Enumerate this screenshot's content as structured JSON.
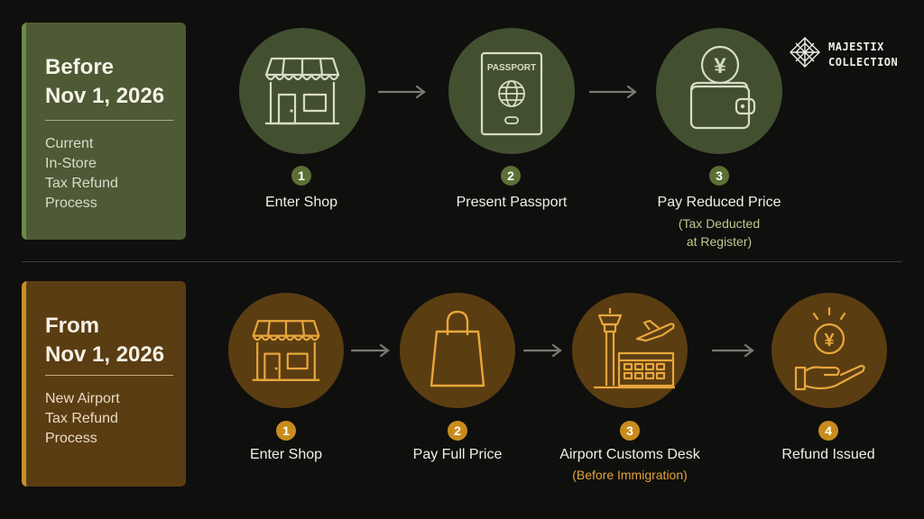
{
  "brand": {
    "line1": "MAJESTIX",
    "line2": "COLLECTION"
  },
  "colors": {
    "background": "#0f0f0e",
    "green_panel": "#4d5a35",
    "green_accent": "#6d8a45",
    "green_note": "#bdc98e",
    "orange_panel": "#5b3d13",
    "orange_accent": "#c88c1c",
    "orange_note": "#e2a43a"
  },
  "before": {
    "title_line1": "Before",
    "title_line2": "Nov 1, 2026",
    "sub1": "Current",
    "sub2": "In-Store",
    "sub3": "Tax Refund",
    "sub4": "Process",
    "steps": [
      {
        "num": "1",
        "label": "Enter Shop",
        "icon": "shop-icon"
      },
      {
        "num": "2",
        "label": "Present Passport",
        "icon": "passport-icon",
        "icon_text": "PASSPORT"
      },
      {
        "num": "3",
        "label": "Pay Reduced Price",
        "note1": "(Tax Deducted",
        "note2": "at Register)",
        "icon": "wallet-yen-icon",
        "icon_text": "¥"
      }
    ]
  },
  "after": {
    "title_line1": "From",
    "title_line2": "Nov 1, 2026",
    "sub1": "New Airport",
    "sub2": "Tax Refund",
    "sub3": "Process",
    "steps": [
      {
        "num": "1",
        "label": "Enter Shop",
        "icon": "shop-icon"
      },
      {
        "num": "2",
        "label": "Pay Full Price",
        "icon": "shopping-bag-icon"
      },
      {
        "num": "3",
        "label": "Airport Customs Desk",
        "note1": "(Before Immigration)",
        "icon": "airport-icon"
      },
      {
        "num": "4",
        "label": "Refund Issued",
        "icon": "hand-yen-icon",
        "icon_text": "¥"
      }
    ]
  }
}
